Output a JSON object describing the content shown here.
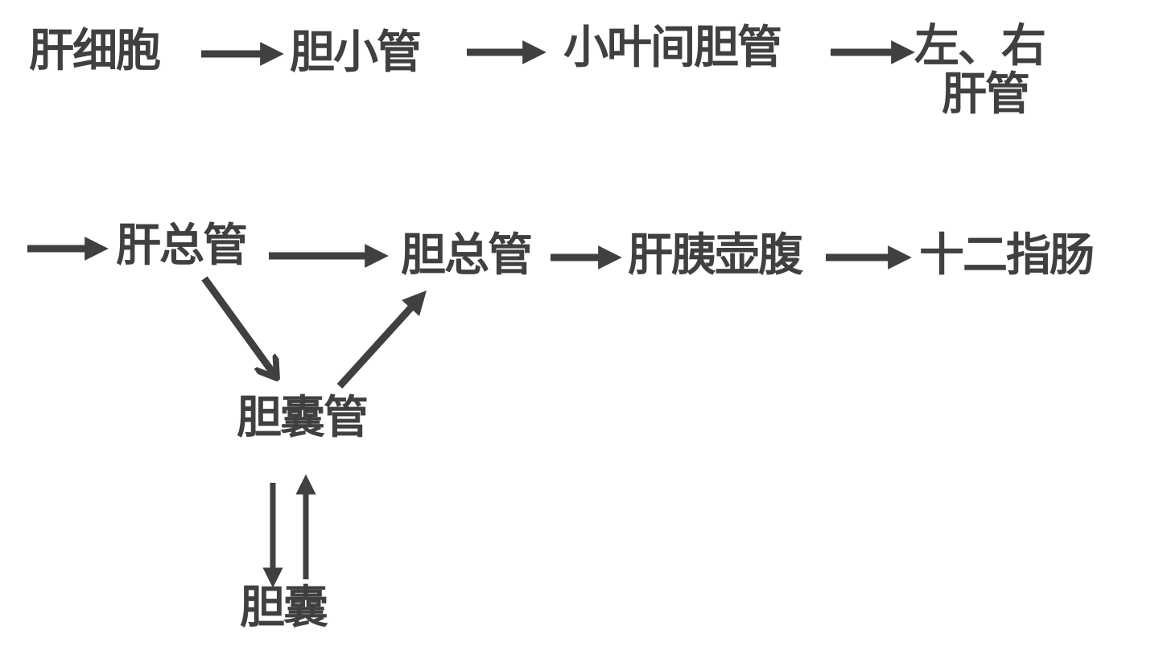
{
  "nodes": {
    "hepatocyte": "肝细胞",
    "bile_canaliculus": "胆小管",
    "interlobular_bile_duct": "小叶间胆管",
    "left_right_hepatic_duct_line1": "左、右",
    "left_right_hepatic_duct_line2": "肝管",
    "common_hepatic_duct": "肝总管",
    "common_bile_duct": "胆总管",
    "hepatopancreatic_ampulla": "肝胰壶腹",
    "duodenum": "十二指肠",
    "cystic_duct": "胆囊管",
    "gallbladder": "胆囊"
  },
  "colors": {
    "ink": "#404040",
    "background": "#ffffff"
  }
}
